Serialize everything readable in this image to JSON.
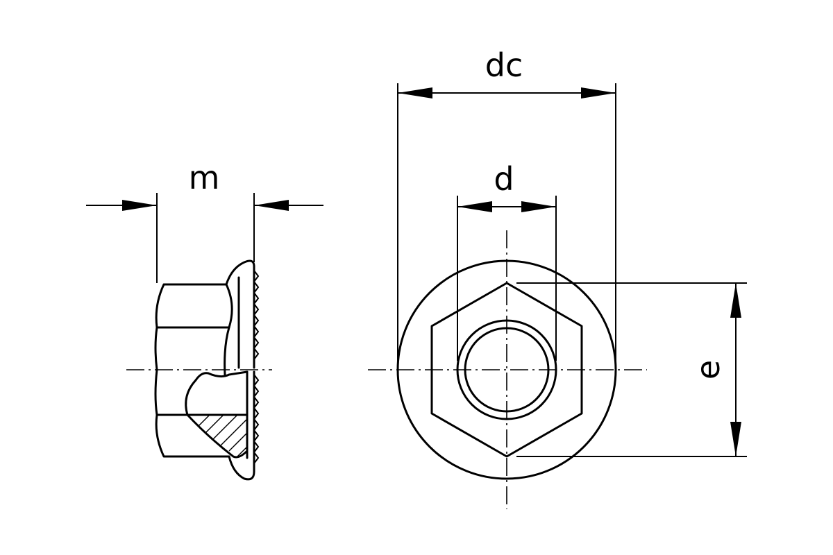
{
  "diagram": {
    "labels": {
      "m": "m",
      "dc": "dc",
      "d": "d",
      "e": "e"
    }
  }
}
